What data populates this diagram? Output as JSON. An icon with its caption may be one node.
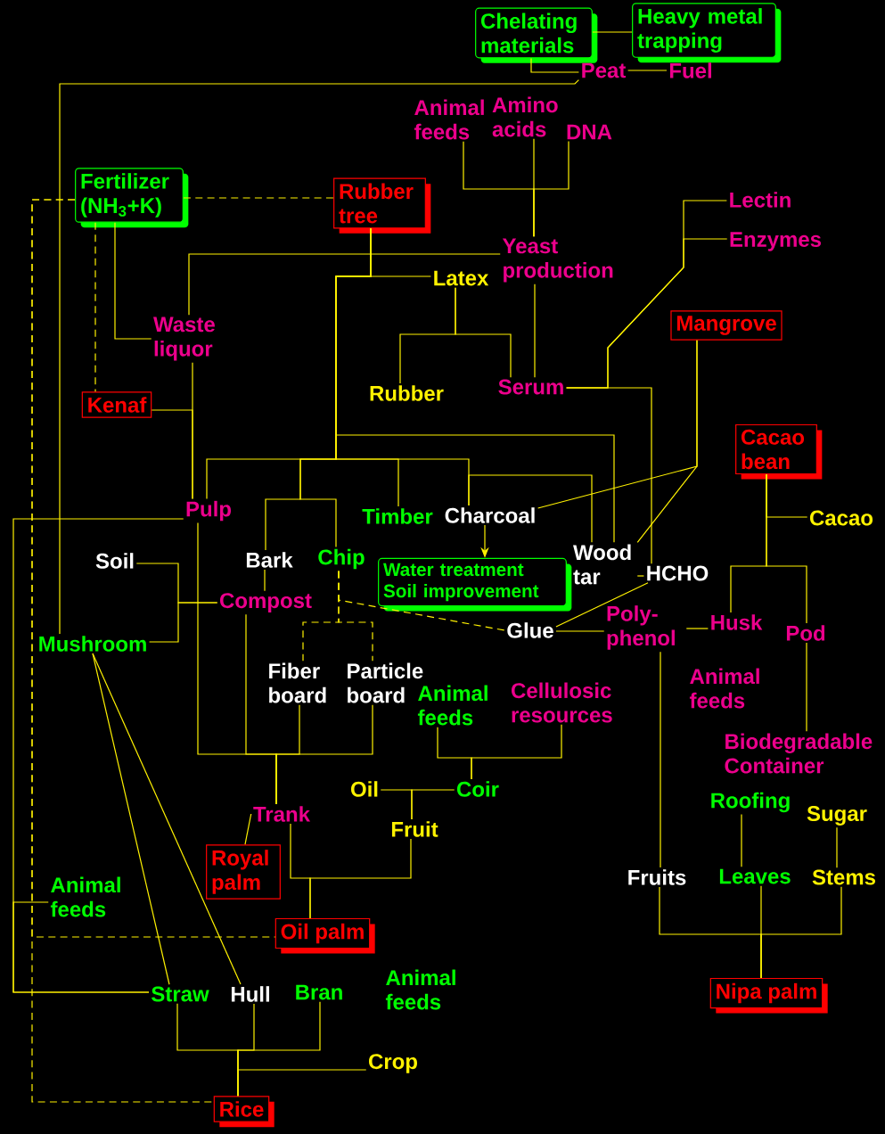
{
  "diagram": {
    "nodes": [
      {
        "text": [
          "Chelating materials"
        ]
      },
      {
        "text": [
          "Heavy metal trapping"
        ]
      },
      {
        "text": [
          "Peat"
        ]
      },
      {
        "text": [
          "Fuel"
        ]
      },
      {
        "text": [
          "Animal feeds"
        ]
      },
      {
        "text": [
          "Amino acids"
        ]
      },
      {
        "text": [
          "DNA"
        ]
      },
      {
        "text": [
          "Fertilizer (NH$_{3}$+K)"
        ]
      },
      {
        "text": [
          "Rubber tree"
        ]
      },
      {
        "text": [
          "Lectin"
        ]
      },
      {
        "text": [
          "Enzymes"
        ]
      },
      {
        "text": [
          "Yeast production"
        ]
      },
      {
        "text": [
          "Latex"
        ]
      },
      {
        "text": [
          "Waste liquor"
        ]
      },
      {
        "text": [
          "Mangrove"
        ]
      },
      {
        "text": [
          "Kenaf"
        ]
      },
      {
        "text": [
          "Rubber"
        ]
      },
      {
        "text": [
          "Serum"
        ]
      },
      {
        "text": [
          "Cacao bean"
        ]
      },
      {
        "text": [
          "Pulp"
        ]
      },
      {
        "text": [
          "Timber"
        ]
      },
      {
        "text": [
          "Charcoal"
        ]
      },
      {
        "text": [
          "Cacao"
        ]
      },
      {
        "text": [
          "Soil"
        ]
      },
      {
        "text": [
          "Bark"
        ]
      },
      {
        "text": [
          "Chip"
        ]
      },
      {
        "text": [
          "Water treatment Soil improvement"
        ]
      },
      {
        "text": [
          "Wood tar"
        ]
      },
      {
        "text": [
          "HCHO"
        ]
      },
      {
        "text": [
          "Compost"
        ]
      },
      {
        "text": [
          "Poly- phenol"
        ]
      },
      {
        "text": [
          "Husk"
        ]
      },
      {
        "text": [
          "Pod"
        ]
      },
      {
        "text": [
          "Glue"
        ]
      },
      {
        "text": [
          "Mushroom"
        ]
      },
      {
        "text": [
          "Fiber board"
        ]
      },
      {
        "text": [
          "Particle board"
        ]
      },
      {
        "text": [
          "Animal feeds"
        ]
      },
      {
        "text": [
          "Cellulosic resources"
        ]
      },
      {
        "text": [
          "Biodegradable Container"
        ]
      },
      {
        "text": [
          "Oil"
        ]
      },
      {
        "text": [
          "Coir"
        ]
      },
      {
        "text": [
          "Roofing"
        ]
      },
      {
        "text": [
          "Sugar"
        ]
      },
      {
        "text": [
          "Trank"
        ]
      },
      {
        "text": [
          "Fruit"
        ]
      },
      {
        "text": [
          "Royal palm"
        ]
      },
      {
        "text": [
          "Fruits"
        ]
      },
      {
        "text": [
          "Leaves"
        ]
      },
      {
        "text": [
          "Stems"
        ]
      },
      {
        "text": [
          "Animal feeds"
        ]
      },
      {
        "text": [
          "Oil palm"
        ]
      },
      {
        "text": [
          "Straw"
        ]
      },
      {
        "text": [
          "Hull"
        ]
      },
      {
        "text": [
          "Bran"
        ]
      },
      {
        "text": [
          "Nipa palm"
        ]
      },
      {
        "text": [
          "Crop"
        ]
      },
      {
        "text": [
          "Rice"
        ]
      }
    ],
    "edges": [
      {
        "from": 0,
        "to": 1,
        "arrow": "none"
      },
      {
        "from": 2,
        "to": 0,
        "arrow": "none"
      },
      {
        "from": 2,
        "to": 3,
        "arrow": "none"
      },
      {
        "from": 34,
        "to": 2,
        "arrow": "none"
      },
      {
        "from": 11,
        "to": 4,
        "arrow": "none"
      },
      {
        "from": 11,
        "to": 5,
        "arrow": "none"
      },
      {
        "from": 11,
        "to": 6,
        "arrow": "none"
      },
      {
        "from": 7,
        "to": 8,
        "arrow": "none",
        "style": "dashed"
      },
      {
        "from": 7,
        "to": 15,
        "arrow": "none",
        "style": "dashed"
      },
      {
        "from": 7,
        "to": 57,
        "arrow": "none",
        "style": "dashed"
      },
      {
        "from": 7,
        "to": 51,
        "arrow": "none",
        "style": "dashed"
      },
      {
        "from": 7,
        "to": 13,
        "arrow": "none"
      },
      {
        "from": 8,
        "to": 12,
        "arrow": "none"
      },
      {
        "from": 8,
        "to": 11,
        "arrow": "none"
      },
      {
        "from": 8,
        "to": 13,
        "arrow": "none"
      },
      {
        "from": 8,
        "to": 19,
        "arrow": "none"
      },
      {
        "from": 8,
        "to": 24,
        "arrow": "none"
      },
      {
        "from": 8,
        "to": 25,
        "arrow": "none"
      },
      {
        "from": 8,
        "to": 20,
        "arrow": "none"
      },
      {
        "from": 8,
        "to": 21,
        "arrow": "none"
      },
      {
        "from": 8,
        "to": 27,
        "arrow": "none"
      },
      {
        "from": 21,
        "to": 27,
        "arrow": "none"
      },
      {
        "from": 12,
        "to": 16,
        "arrow": "none"
      },
      {
        "from": 12,
        "to": 17,
        "arrow": "none"
      },
      {
        "from": 11,
        "to": 17,
        "arrow": "none"
      },
      {
        "from": 17,
        "to": 28,
        "arrow": "none"
      },
      {
        "from": 17,
        "to": 9,
        "arrow": "none"
      },
      {
        "from": 17,
        "to": 10,
        "arrow": "none"
      },
      {
        "from": 13,
        "to": 19,
        "arrow": "none"
      },
      {
        "from": 15,
        "to": 19,
        "arrow": "none"
      },
      {
        "from": 14,
        "to": 21,
        "arrow": "none"
      },
      {
        "from": 14,
        "to": 27,
        "arrow": "none"
      },
      {
        "from": 18,
        "to": 22,
        "arrow": "none"
      },
      {
        "from": 18,
        "to": 31,
        "arrow": "none"
      },
      {
        "from": 18,
        "to": 32,
        "arrow": "none"
      },
      {
        "from": 21,
        "to": 26,
        "arrow": "to"
      },
      {
        "from": 27,
        "to": 28,
        "arrow": "none"
      },
      {
        "from": 28,
        "to": 33,
        "arrow": "none"
      },
      {
        "from": 33,
        "to": 30,
        "arrow": "none"
      },
      {
        "from": 30,
        "to": 31,
        "arrow": "none"
      },
      {
        "from": 25,
        "to": 33,
        "arrow": "none",
        "style": "dashed"
      },
      {
        "from": 25,
        "to": 35,
        "arrow": "none",
        "style": "dashed"
      },
      {
        "from": 25,
        "to": 36,
        "arrow": "none",
        "style": "dashed"
      },
      {
        "from": 29,
        "to": 23,
        "arrow": "none"
      },
      {
        "from": 29,
        "to": 34,
        "arrow": "none"
      },
      {
        "from": 24,
        "to": 29,
        "arrow": "none"
      },
      {
        "from": 44,
        "to": 19,
        "arrow": "none"
      },
      {
        "from": 44,
        "to": 29,
        "arrow": "none"
      },
      {
        "from": 44,
        "to": 35,
        "arrow": "none"
      },
      {
        "from": 44,
        "to": 36,
        "arrow": "none"
      },
      {
        "from": 52,
        "to": 19,
        "arrow": "none"
      },
      {
        "from": 52,
        "to": 50,
        "arrow": "none"
      },
      {
        "from": 34,
        "to": 52,
        "arrow": "none"
      },
      {
        "from": 34,
        "to": 53,
        "arrow": "none"
      },
      {
        "from": 44,
        "to": 46,
        "arrow": "none"
      },
      {
        "from": 51,
        "to": 44,
        "arrow": "none"
      },
      {
        "from": 51,
        "to": 45,
        "arrow": "none"
      },
      {
        "from": 45,
        "to": 40,
        "arrow": "none"
      },
      {
        "from": 45,
        "to": 41,
        "arrow": "none"
      },
      {
        "from": 41,
        "to": 37,
        "arrow": "none"
      },
      {
        "from": 41,
        "to": 38,
        "arrow": "none"
      },
      {
        "from": 55,
        "to": 47,
        "arrow": "none"
      },
      {
        "from": 55,
        "to": 48,
        "arrow": "none"
      },
      {
        "from": 55,
        "to": 49,
        "arrow": "none"
      },
      {
        "from": 30,
        "to": 47,
        "arrow": "none"
      },
      {
        "from": 48,
        "to": 42,
        "arrow": "none"
      },
      {
        "from": 49,
        "to": 43,
        "arrow": "none"
      },
      {
        "from": 32,
        "to": 39,
        "arrow": "none"
      },
      {
        "from": 57,
        "to": 52,
        "arrow": "none"
      },
      {
        "from": 57,
        "to": 53,
        "arrow": "none"
      },
      {
        "from": 57,
        "to": 54,
        "arrow": "none"
      },
      {
        "from": 57,
        "to": 56,
        "arrow": "none"
      }
    ],
    "labels": [
      "Animal feeds",
      "Animal feeds"
    ]
  }
}
